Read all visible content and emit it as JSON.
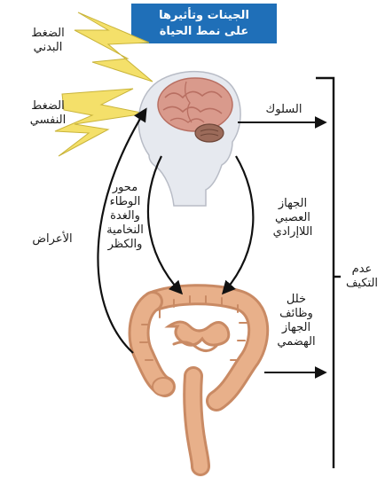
{
  "title": "الجينات وتأثيرها\nعلى نمط الحياة",
  "labels": {
    "physical_stress": "الضغط\nالبدني",
    "psych_stress": "الضغط\nالنفسي",
    "behavior": "السلوك",
    "hpa_axis": "محور\nالوطاء\nوالغدة\nالنخامية\nوالكظر",
    "autonomic": "الجهاز\nالعصبي\nاللاإرادي",
    "symptoms": "الأعراض",
    "gi_dysfunction": "خلل\nوظائف\nالجهاز\nالهضمي",
    "maladaptation": "عدم\nالتكيف"
  },
  "colors": {
    "title_bg": "#1f6fb8",
    "lightning": "#f4e06a",
    "lightning_stroke": "#c9b43a",
    "brain": "#d99a8c",
    "brain_dark": "#b86f62",
    "head": "#e6e9ef",
    "intestine": "#e8b08a",
    "intestine_dark": "#c98a64",
    "arrow": "#111111"
  }
}
